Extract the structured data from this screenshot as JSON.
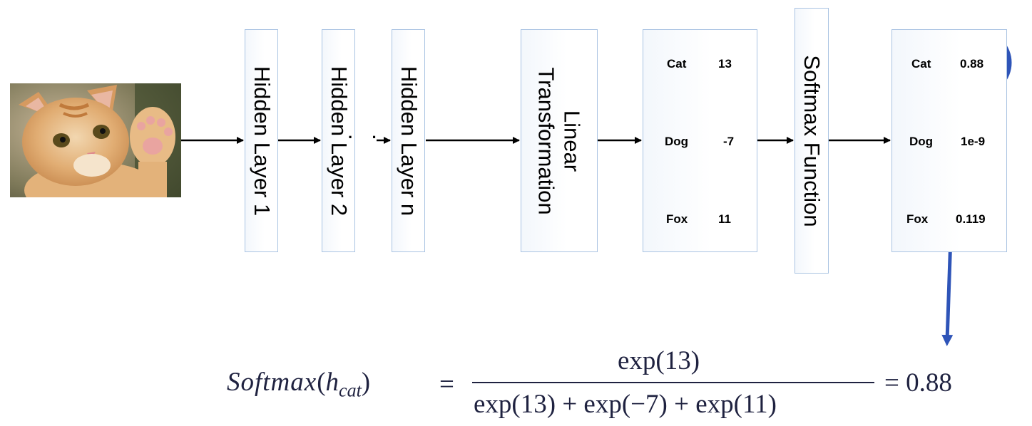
{
  "diagram": {
    "hidden_layers": [
      "Hidden Layer 1",
      "Hidden Layer 2",
      "Hidden Layer n"
    ],
    "ellipsis": "· ·",
    "linear_box": [
      "Linear",
      "Transformation"
    ],
    "softmax_box": "Softmax Function",
    "scores": [
      {
        "label": "Cat",
        "value": "13"
      },
      {
        "label": "Dog",
        "value": "-7"
      },
      {
        "label": "Fox",
        "value": "11"
      }
    ],
    "probabilities": [
      {
        "label": "Cat",
        "value": "0.88"
      },
      {
        "label": "Dog",
        "value": "1e-9"
      },
      {
        "label": "Fox",
        "value": "0.119"
      }
    ],
    "highlight_color": "#2e54b8",
    "box_border_color": "#a9c3e2"
  },
  "formula": {
    "lhs_name": "Softmax",
    "lhs_open": "(",
    "lhs_var": "h",
    "lhs_subscript": "cat",
    "lhs_close": ")",
    "equals": "=",
    "numerator": "exp(13)",
    "denominator": "exp(13) + exp(−7) + exp(11)",
    "result": "= 0.88",
    "color": "#1f2240"
  }
}
